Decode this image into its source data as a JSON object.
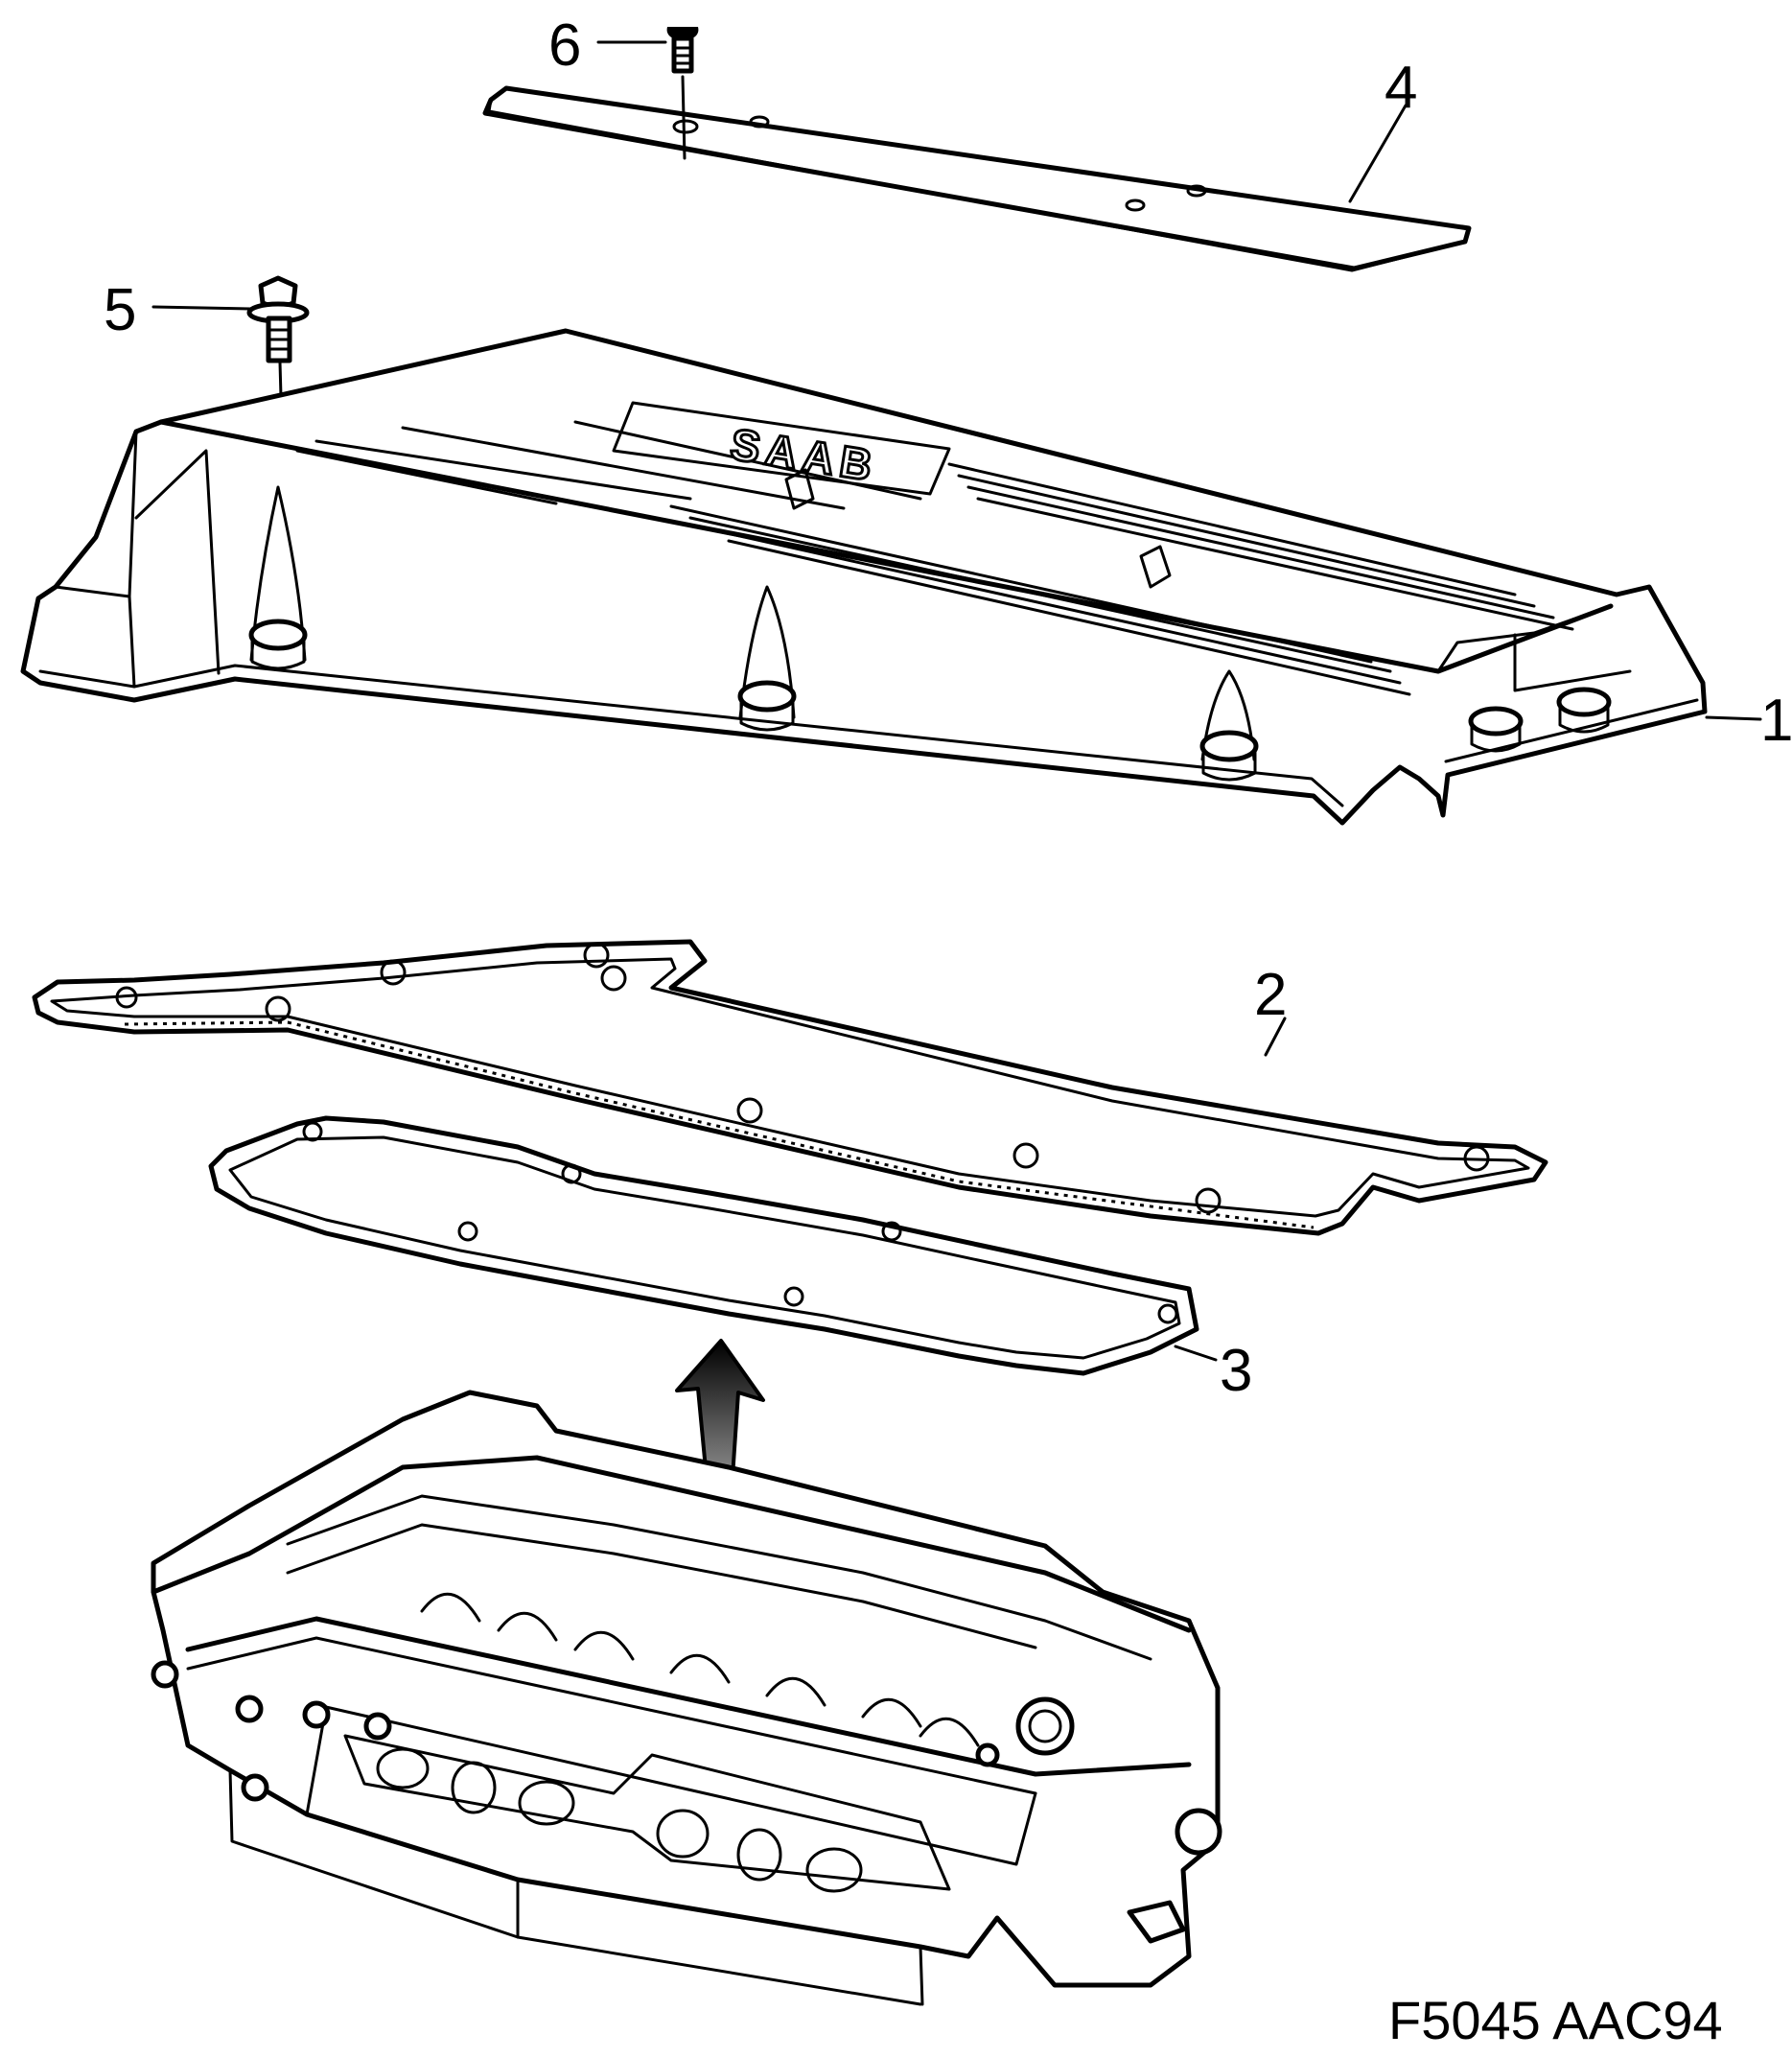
{
  "figure_code": "F5045 AAC94",
  "callouts": [
    {
      "id": "1",
      "label": "1"
    },
    {
      "id": "2",
      "label": "2"
    },
    {
      "id": "3",
      "label": "3"
    },
    {
      "id": "4",
      "label": "4"
    },
    {
      "id": "5",
      "label": "5"
    },
    {
      "id": "6",
      "label": "6"
    }
  ],
  "logo": "SAAB",
  "colors": {
    "ink": "#000000",
    "paper": "#ffffff"
  }
}
